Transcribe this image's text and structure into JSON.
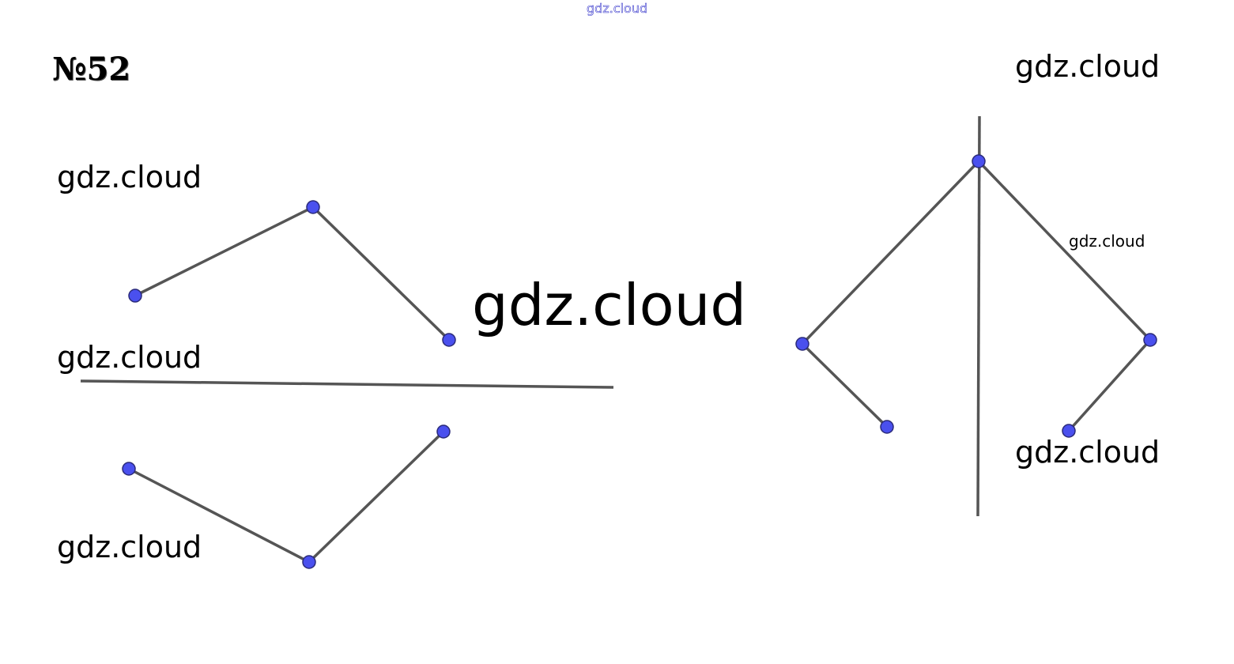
{
  "problem_number": "№52",
  "watermarks": {
    "top": "gdz.cloud",
    "left_upper": "gdz.cloud",
    "left_middle": "gdz.cloud",
    "left_lower": "gdz.cloud",
    "center": "gdz.cloud",
    "right_top": "gdz.cloud",
    "right_small": "gdz.cloud",
    "right_bottom": "gdz.cloud"
  },
  "colors": {
    "point_fill": "#4a50ee",
    "point_stroke": "#2a2a7a",
    "segment": "#555555",
    "axis": "#555555"
  }
}
